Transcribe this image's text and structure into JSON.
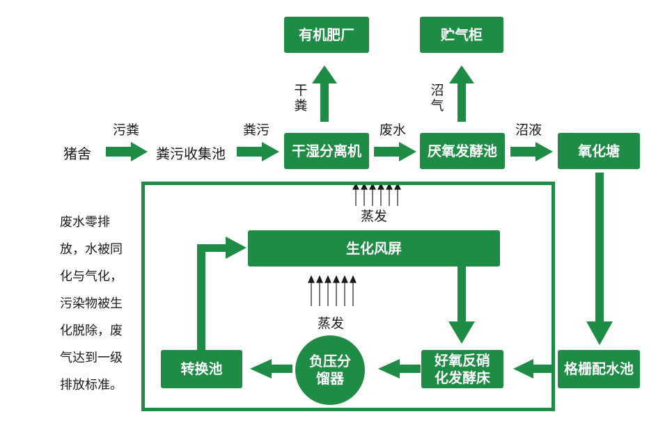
{
  "nodes": {
    "pig_house": "猪舍",
    "manure_pool": "粪污收集池",
    "separator": "干湿分离机",
    "fertilizer_plant": "有机肥厂",
    "biogas_tank": "厌氧发酵池",
    "gas_holder": "贮气柜",
    "oxidation_pond": "氧化塘",
    "grid_pool": "格栅配水池",
    "aerobic_bed": "好氧反硝化发酵床",
    "distiller": "负压分馏器",
    "transfer_pool": "转换池",
    "bio_screen": "生化风屏"
  },
  "labels": {
    "sewage_manure": "污粪",
    "manure_sewage": "粪污",
    "dry_manure": "干粪",
    "waste_water": "废水",
    "biogas": "沼气",
    "biogas_liquid": "沼液",
    "evaporation_top": "蒸发",
    "evaporation_mid": "蒸发"
  },
  "description": "废水零排放，水被同化与气化，污染物被生化脱除，废气达到一级排放标准。",
  "colors": {
    "green": "#1e8c45",
    "text": "#1a1a1a"
  }
}
